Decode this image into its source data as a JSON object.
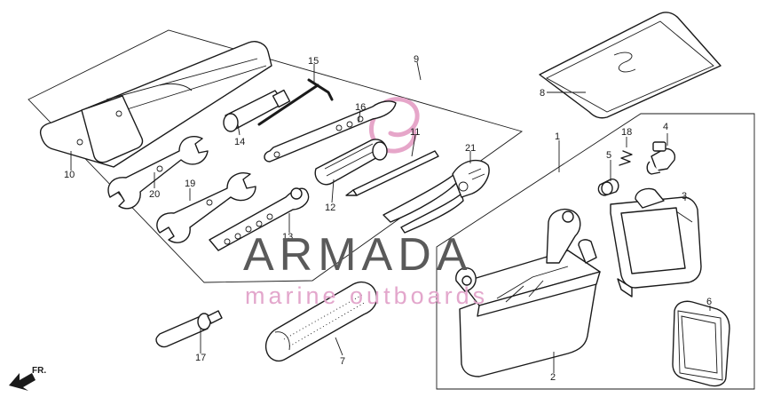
{
  "watermark": {
    "title": "ARMADA",
    "subtitle": "marine outboards",
    "logo_color": "#e6a6c9"
  },
  "direction_marker": "FR.",
  "parts": [
    {
      "id": "part-1",
      "label": "1"
    },
    {
      "id": "part-2",
      "label": "2"
    },
    {
      "id": "part-3",
      "label": "3"
    },
    {
      "id": "part-4",
      "label": "4"
    },
    {
      "id": "part-5",
      "label": "5"
    },
    {
      "id": "part-6",
      "label": "6"
    },
    {
      "id": "part-7",
      "label": "7"
    },
    {
      "id": "part-8",
      "label": "8"
    },
    {
      "id": "part-9",
      "label": "9"
    },
    {
      "id": "part-10",
      "label": "10"
    },
    {
      "id": "part-11",
      "label": "11"
    },
    {
      "id": "part-12",
      "label": "12"
    },
    {
      "id": "part-13",
      "label": "13"
    },
    {
      "id": "part-14",
      "label": "14"
    },
    {
      "id": "part-15",
      "label": "15"
    },
    {
      "id": "part-16",
      "label": "16"
    },
    {
      "id": "part-17",
      "label": "17"
    },
    {
      "id": "part-18",
      "label": "18"
    },
    {
      "id": "part-19",
      "label": "19"
    },
    {
      "id": "part-20",
      "label": "20"
    },
    {
      "id": "part-21",
      "label": "21"
    }
  ]
}
